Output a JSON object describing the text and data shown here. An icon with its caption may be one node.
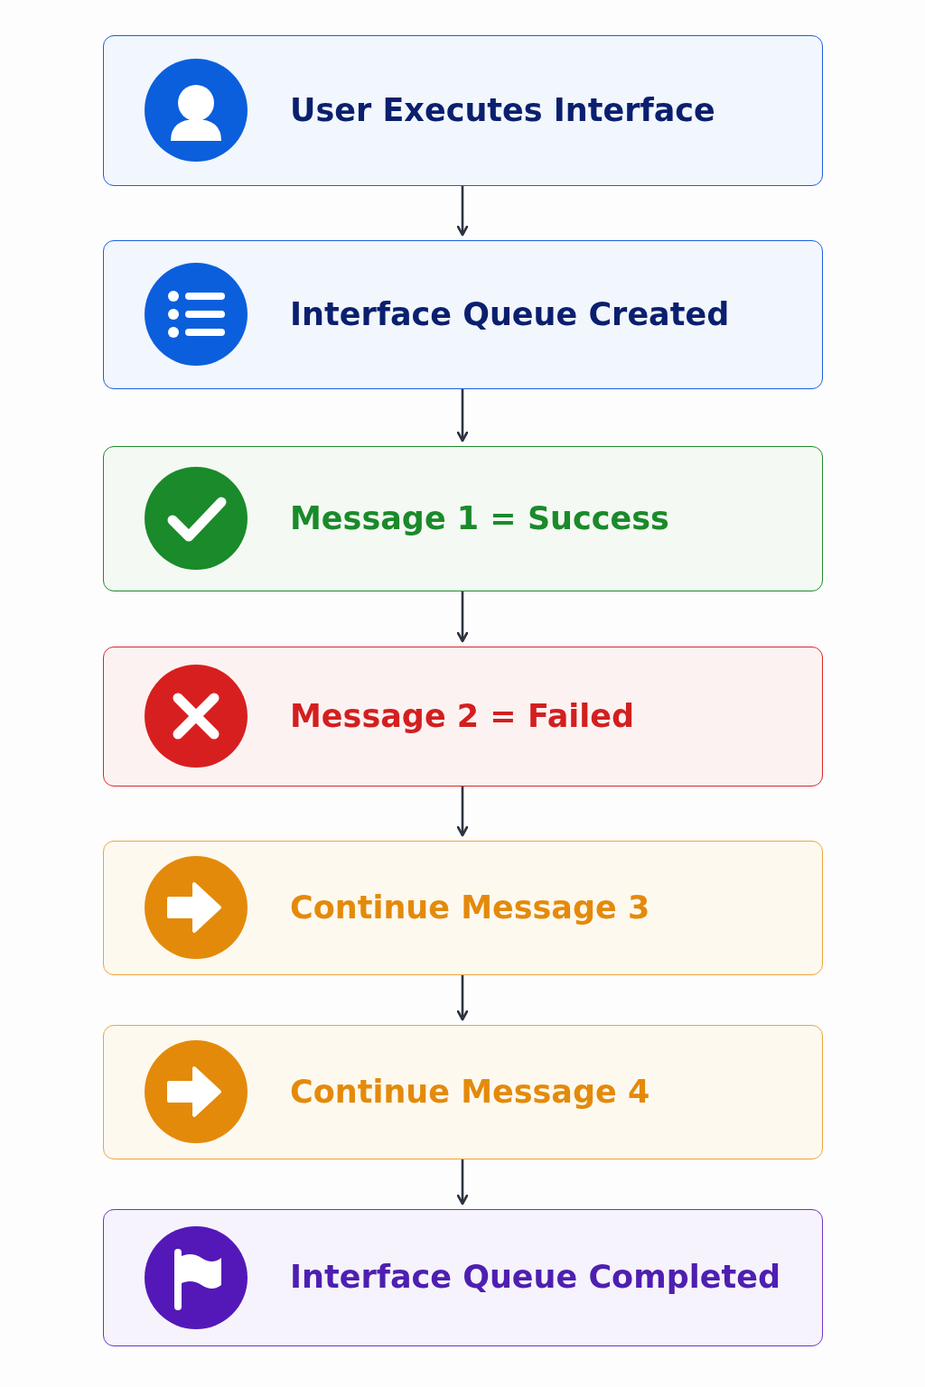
{
  "diagram": {
    "nodes": [
      {
        "text": [
          "User Executes Interface"
        ]
      },
      {
        "text": [
          "Interface Queue Created"
        ]
      },
      {
        "text": [
          "Message 1 = Success"
        ]
      },
      {
        "text": [
          "Message 2 = Failed"
        ]
      },
      {
        "text": [
          "Continue Message 3"
        ]
      },
      {
        "text": [
          "Continue Message 4"
        ]
      },
      {
        "text": [
          "Interface Queue Completed"
        ]
      }
    ],
    "edges": [
      {
        "from": 0,
        "to": 1,
        "arrow": "to"
      },
      {
        "from": 1,
        "to": 2,
        "arrow": "to"
      },
      {
        "from": 2,
        "to": 3,
        "arrow": "to"
      },
      {
        "from": 3,
        "to": 4,
        "arrow": "to"
      },
      {
        "from": 4,
        "to": 5,
        "arrow": "to"
      },
      {
        "from": 5,
        "to": 6,
        "arrow": "to"
      }
    ]
  }
}
